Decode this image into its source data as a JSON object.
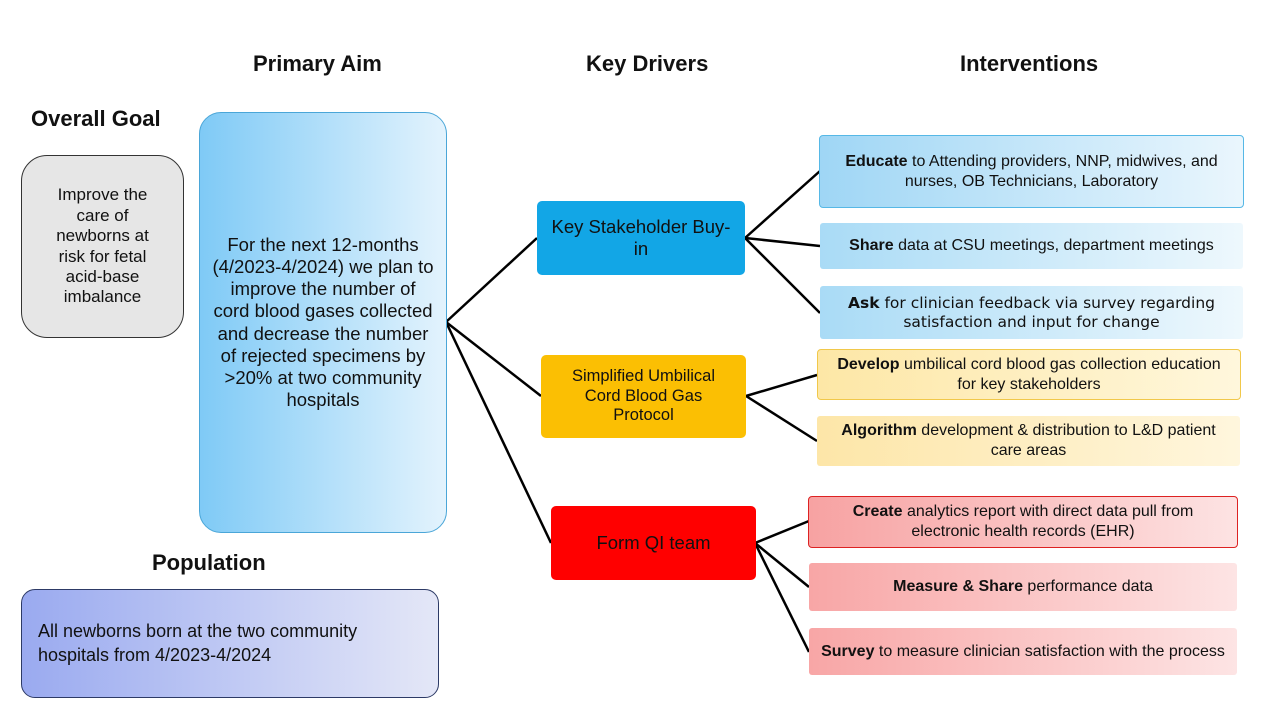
{
  "headings": {
    "overall_goal": "Overall Goal",
    "primary_aim": "Primary Aim",
    "key_drivers": "Key Drivers",
    "interventions": "Interventions",
    "population": "Population"
  },
  "overall_goal": {
    "text": "Improve the care of newborns at risk for fetal acid-base imbalance"
  },
  "primary_aim": {
    "text": "For the next 12-months (4/2023-4/2024) we plan to improve the number  of cord blood gases collected and decrease the number of rejected specimens by >20% at two community hospitals"
  },
  "population": {
    "text": "All newborns born at the two community hospitals from 4/2023-4/2024"
  },
  "key_drivers": [
    {
      "text": "Key Stakeholder Buy-in",
      "color": "#12a6e6"
    },
    {
      "text": "Simplified Umbilical Cord Blood Gas Protocol",
      "color": "#fbbf03"
    },
    {
      "text": "Form QI team",
      "color": "#ff0000"
    }
  ],
  "interventions": [
    {
      "bold": "Educate",
      "rest": " to Attending providers, NNP, midwives, and nurses, OB Technicians, Laboratory"
    },
    {
      "bold": "Share",
      "rest": " data at CSU meetings, department meetings"
    },
    {
      "bold": "Ask",
      "rest": " for clinician feedback via survey regarding satisfaction and input for change"
    },
    {
      "bold": "Develop",
      "rest": " umbilical cord blood gas collection education for key stakeholders"
    },
    {
      "bold": "Algorithm",
      "rest": " development & distribution to L&D patient care areas"
    },
    {
      "bold": "Create",
      "rest": " analytics report with direct data pull from electronic health records (EHR)"
    },
    {
      "bold": "Measure & Share",
      "rest": " performance data"
    },
    {
      "bold": "Survey",
      "rest": " to measure clinician satisfaction with the process"
    }
  ]
}
